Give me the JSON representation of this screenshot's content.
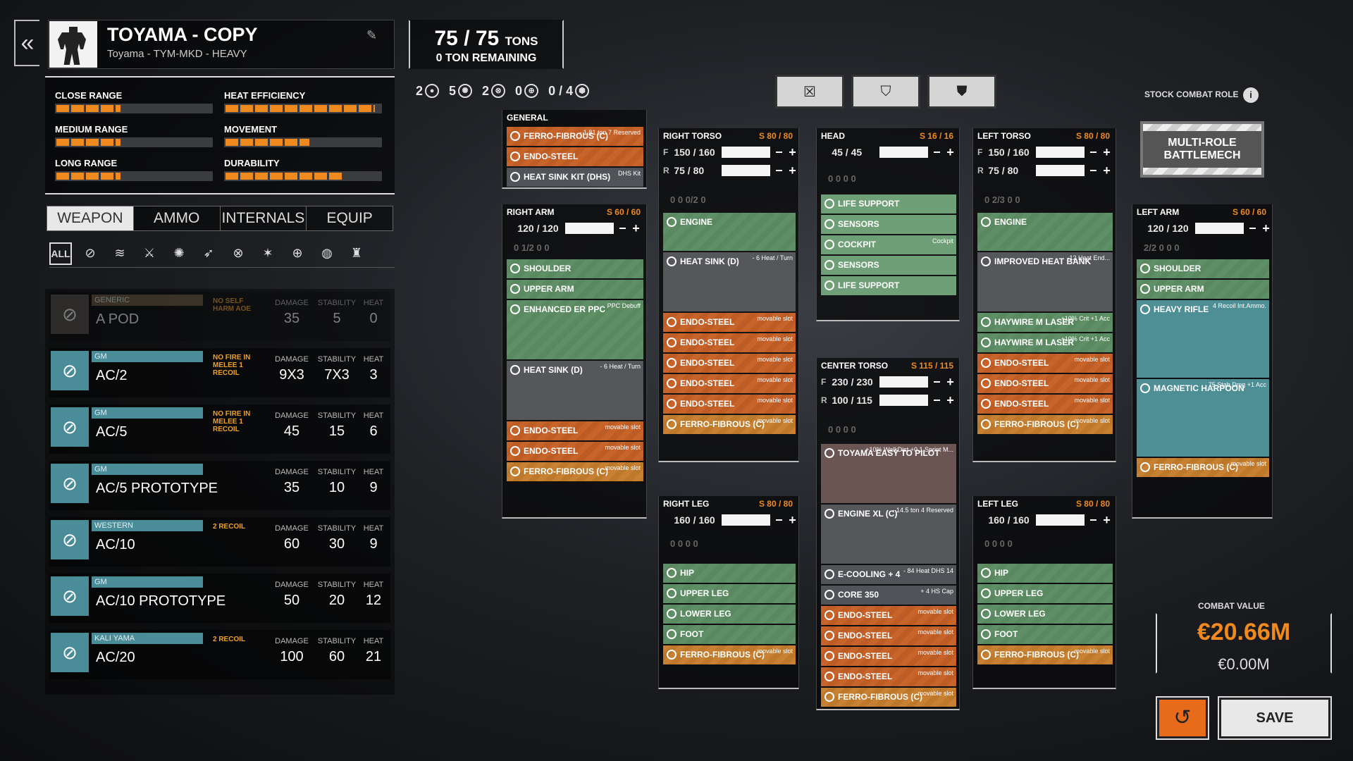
{
  "header": {
    "back_icon": "double-chevron-left-icon",
    "mech_name": "TOYAMA - COPY",
    "mech_variant": "Toyama - TYM-MKD - HEAVY",
    "edit_icon": "edit-icon"
  },
  "tonnage": {
    "value": "75 / 75",
    "unit": "TONS",
    "remaining": "0 TON REMAINING"
  },
  "hardpoints": [
    {
      "count": "2",
      "icon": "ballistic-icon"
    },
    {
      "count": "5",
      "icon": "energy-icon"
    },
    {
      "count": "2",
      "icon": "missile-icon"
    },
    {
      "count": "0",
      "icon": "support-icon"
    },
    {
      "count": "0 / 4",
      "icon": "jumpjet-icon"
    }
  ],
  "stats": {
    "close_range": {
      "label": "CLOSE RANGE",
      "fill": 0.42
    },
    "heat_efficiency": {
      "label": "HEAT EFFICIENCY",
      "fill": 0.98
    },
    "medium_range": {
      "label": "MEDIUM RANGE",
      "fill": 0.42
    },
    "movement": {
      "label": "MOVEMENT",
      "fill": 0.55
    },
    "long_range": {
      "label": "LONG RANGE",
      "fill": 0.42
    },
    "durability": {
      "label": "DURABILITY",
      "fill": 0.78
    }
  },
  "tabs": [
    "WEAPON",
    "AMMO",
    "INTERNALS",
    "EQUIP"
  ],
  "filters": {
    "all_label": "ALL"
  },
  "weapons": {
    "headers": {
      "damage": "DAMAGE",
      "stability": "STABILITY",
      "heat": "HEAT"
    },
    "rows": [
      {
        "maker": "GENERIC",
        "name": "A POD",
        "note": "NO SELF HARM AOE",
        "damage": "35",
        "stability": "5",
        "heat": "0"
      },
      {
        "maker": "GM",
        "name": "AC/2",
        "note": "NO FIRE IN MELEE 1 RECOIL",
        "damage": "9X3",
        "stability": "7X3",
        "heat": "3"
      },
      {
        "maker": "GM",
        "name": "AC/5",
        "note": "NO FIRE IN MELEE 1 RECOIL",
        "damage": "45",
        "stability": "15",
        "heat": "6"
      },
      {
        "maker": "GM",
        "name": "AC/5 PROTOTYPE",
        "note": "",
        "damage": "35",
        "stability": "10",
        "heat": "9"
      },
      {
        "maker": "WESTERN",
        "name": "AC/10",
        "note": "2 RECOIL",
        "damage": "60",
        "stability": "30",
        "heat": "9"
      },
      {
        "maker": "GM",
        "name": "AC/10 PROTOTYPE",
        "note": "",
        "damage": "50",
        "stability": "20",
        "heat": "12"
      },
      {
        "maker": "KALI YAMA",
        "name": "AC/20",
        "note": "2 RECOIL",
        "damage": "100",
        "stability": "60",
        "heat": "21"
      }
    ]
  },
  "general": {
    "title": "GENERAL",
    "items": [
      {
        "name": "FERRO-FIBROUS (C)",
        "sub": "- 1.81 ton 7 Reserved"
      },
      {
        "name": "ENDO-STEEL",
        "sub": ""
      },
      {
        "name": "HEAT SINK KIT (DHS)",
        "sub": "DHS Kit"
      }
    ]
  },
  "filter_buttons": [
    "x-icon",
    "shield-x-icon",
    "shield-icon"
  ],
  "role": {
    "label": "STOCK COMBAT ROLE",
    "name": "MULTI-ROLE BATTLEMECH",
    "info_icon": "i"
  },
  "components": {
    "right_arm": {
      "title": "RIGHT ARM",
      "slots": "S 60 / 60",
      "armor": [
        {
          "fr": "",
          "val": "120 / 120"
        }
      ],
      "hp": "0 1/2 0 0",
      "items": [
        {
          "name": "SHOULDER",
          "sub": ""
        },
        {
          "name": "UPPER ARM",
          "sub": ""
        },
        {
          "name": "ENHANCED ER PPC",
          "sub": "PPC Debuff"
        },
        {
          "name": "HEAT SINK (D)",
          "sub": "- 6 Heat / Turn"
        },
        {
          "name": "ENDO-STEEL",
          "sub": "movable slot"
        },
        {
          "name": "ENDO-STEEL",
          "sub": "movable slot"
        },
        {
          "name": "FERRO-FIBROUS (C)",
          "sub": "movable slot"
        }
      ]
    },
    "right_torso": {
      "title": "RIGHT TORSO",
      "slots": "S 80 / 80",
      "armor": [
        {
          "fr": "F",
          "val": "150 / 160"
        },
        {
          "fr": "R",
          "val": "75 / 80"
        }
      ],
      "hp": "0 0 0/2 0",
      "items": [
        {
          "name": "ENGINE",
          "sub": ""
        },
        {
          "name": "HEAT SINK (D)",
          "sub": "- 6 Heat / Turn"
        },
        {
          "name": "ENDO-STEEL",
          "sub": "movable slot"
        },
        {
          "name": "ENDO-STEEL",
          "sub": "movable slot"
        },
        {
          "name": "ENDO-STEEL",
          "sub": "movable slot"
        },
        {
          "name": "ENDO-STEEL",
          "sub": "movable slot"
        },
        {
          "name": "ENDO-STEEL",
          "sub": "movable slot"
        },
        {
          "name": "FERRO-FIBROUS (C)",
          "sub": "movable slot"
        }
      ]
    },
    "head": {
      "title": "HEAD",
      "slots": "S 16 / 16",
      "armor": [
        {
          "fr": "",
          "val": "45 / 45"
        }
      ],
      "hp": "0 0 0 0",
      "items": [
        {
          "name": "LIFE SUPPORT",
          "sub": ""
        },
        {
          "name": "SENSORS",
          "sub": ""
        },
        {
          "name": "COCKPIT",
          "sub": "Cockpit"
        },
        {
          "name": "SENSORS",
          "sub": ""
        },
        {
          "name": "LIFE SUPPORT",
          "sub": ""
        }
      ]
    },
    "center_torso": {
      "title": "CENTER TORSO",
      "slots": "S 115 / 115",
      "armor": [
        {
          "fr": "F",
          "val": "230 / 230"
        },
        {
          "fr": "R",
          "val": "100 / 115"
        }
      ],
      "hp": "0 0 0 0",
      "items": [
        {
          "name": "TOYAMA EASY TO PILOT",
          "sub": "+10% WalkDist +0.1 Sprint M..."
        },
        {
          "name": "ENGINE XL (C)",
          "sub": "- 14.5 ton 4 Reserved"
        },
        {
          "name": "E-COOLING + 4",
          "sub": "- 84 Heat DHS 14"
        },
        {
          "name": "CORE 350",
          "sub": "+ 4 HS Cap"
        },
        {
          "name": "ENDO-STEEL",
          "sub": "movable slot"
        },
        {
          "name": "ENDO-STEEL",
          "sub": "movable slot"
        },
        {
          "name": "ENDO-STEEL",
          "sub": "movable slot"
        },
        {
          "name": "ENDO-STEEL",
          "sub": "movable slot"
        },
        {
          "name": "FERRO-FIBROUS (C)",
          "sub": "movable slot"
        }
      ]
    },
    "left_torso": {
      "title": "LEFT TORSO",
      "slots": "S 80 / 80",
      "armor": [
        {
          "fr": "F",
          "val": "150 / 160"
        },
        {
          "fr": "R",
          "val": "75 / 80"
        }
      ],
      "hp": "0 2/3 0 0",
      "items": [
        {
          "name": "ENGINE",
          "sub": ""
        },
        {
          "name": "IMPROVED HEAT BANK",
          "sub": "-12 Heat End..."
        },
        {
          "name": "HAYWIRE M LASER",
          "sub": "+10% Crit +1 Acc"
        },
        {
          "name": "HAYWIRE M LASER",
          "sub": "+10% Crit +1 Acc"
        },
        {
          "name": "ENDO-STEEL",
          "sub": "movable slot"
        },
        {
          "name": "ENDO-STEEL",
          "sub": "movable slot"
        },
        {
          "name": "ENDO-STEEL",
          "sub": "movable slot"
        },
        {
          "name": "FERRO-FIBROUS (C)",
          "sub": "movable slot"
        }
      ]
    },
    "left_arm": {
      "title": "LEFT ARM",
      "slots": "S 60 / 60",
      "armor": [
        {
          "fr": "",
          "val": "120 / 120"
        }
      ],
      "hp": "2/2 0 0 0",
      "items": [
        {
          "name": "SHOULDER",
          "sub": ""
        },
        {
          "name": "UPPER ARM",
          "sub": ""
        },
        {
          "name": "HEAVY RIFLE",
          "sub": "4 Recoil Int.Ammo."
        },
        {
          "name": "MAGNETIC HARPOON",
          "sub": "75 Stab.Dmg +1 Acc"
        },
        {
          "name": "FERRO-FIBROUS (C)",
          "sub": "movable slot"
        }
      ]
    },
    "right_leg": {
      "title": "RIGHT LEG",
      "slots": "S 80 / 80",
      "armor": [
        {
          "fr": "",
          "val": "160 / 160"
        }
      ],
      "hp": "0 0 0 0",
      "items": [
        {
          "name": "HIP",
          "sub": ""
        },
        {
          "name": "UPPER LEG",
          "sub": ""
        },
        {
          "name": "LOWER LEG",
          "sub": ""
        },
        {
          "name": "FOOT",
          "sub": ""
        },
        {
          "name": "FERRO-FIBROUS (C)",
          "sub": "movable slot"
        }
      ]
    },
    "left_leg": {
      "title": "LEFT LEG",
      "slots": "S 80 / 80",
      "armor": [
        {
          "fr": "",
          "val": "160 / 160"
        }
      ],
      "hp": "0 0 0 0",
      "items": [
        {
          "name": "HIP",
          "sub": ""
        },
        {
          "name": "UPPER LEG",
          "sub": ""
        },
        {
          "name": "LOWER LEG",
          "sub": ""
        },
        {
          "name": "FOOT",
          "sub": ""
        },
        {
          "name": "FERRO-FIBROUS (C)",
          "sub": "movable slot"
        }
      ]
    }
  },
  "combat_value": {
    "label": "COMBAT VALUE",
    "value": "€20.66M",
    "cost": "€0.00M"
  },
  "buttons": {
    "save": "SAVE",
    "undo_icon": "undo-icon"
  },
  "colors": {
    "accent": "#f08a1e",
    "teal": "#4e8e95",
    "green": "#5f8f66",
    "orange": "#c8632a"
  }
}
